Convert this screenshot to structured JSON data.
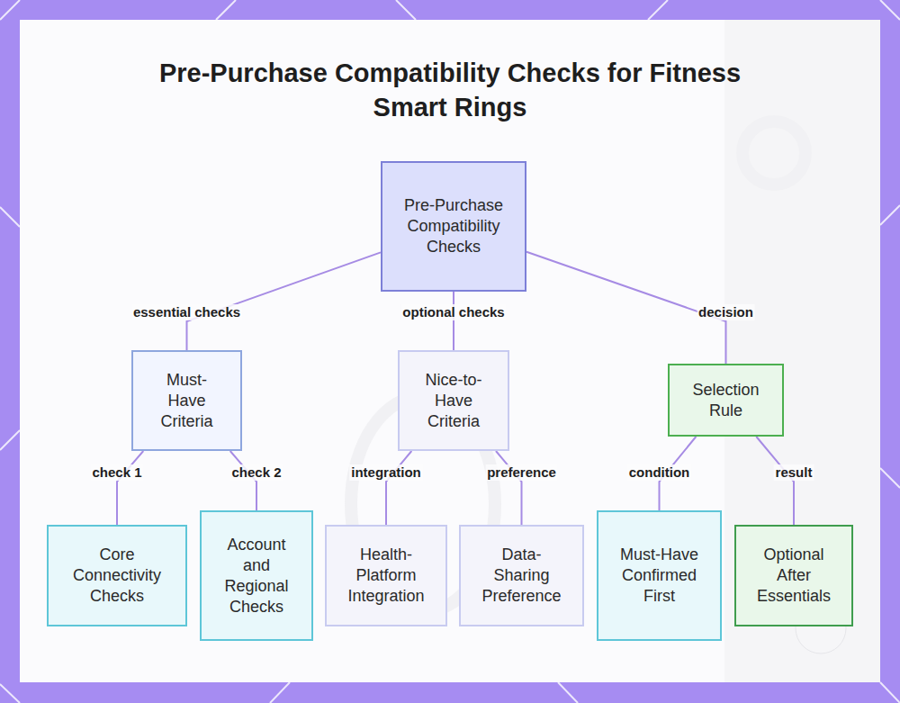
{
  "diagram": {
    "title": "Pre-Purchase Compatibility Checks for Fitness Smart Rings",
    "nodes": [
      {
        "text": [
          "Pre-Purchase Compatibility Checks"
        ]
      },
      {
        "text": [
          "Must-Have Criteria"
        ]
      },
      {
        "text": [
          "Nice-to-Have Criteria"
        ]
      },
      {
        "text": [
          "Selection Rule"
        ]
      },
      {
        "text": [
          "Core Connectivity Checks"
        ]
      },
      {
        "text": [
          "Account and Regional Checks"
        ]
      },
      {
        "text": [
          "Health-Platform Integration"
        ]
      },
      {
        "text": [
          "Data-Sharing Preference"
        ]
      },
      {
        "text": [
          "Must-Have Confirmed First"
        ]
      },
      {
        "text": [
          "Optional After Essentials"
        ]
      }
    ],
    "edges": [
      {
        "from": 0,
        "to": 1,
        "label": "essential checks",
        "arrow": "none"
      },
      {
        "from": 0,
        "to": 2,
        "label": "optional checks",
        "arrow": "none"
      },
      {
        "from": 0,
        "to": 3,
        "label": "decision",
        "arrow": "none"
      },
      {
        "from": 1,
        "to": 4,
        "label": "check 1",
        "arrow": "none"
      },
      {
        "from": 1,
        "to": 5,
        "label": "check 2",
        "arrow": "none"
      },
      {
        "from": 2,
        "to": 6,
        "label": "integration",
        "arrow": "none"
      },
      {
        "from": 2,
        "to": 7,
        "label": "preference",
        "arrow": "none"
      },
      {
        "from": 3,
        "to": 8,
        "label": "condition",
        "arrow": "none"
      },
      {
        "from": 3,
        "to": 9,
        "label": "result",
        "arrow": "none"
      }
    ]
  }
}
